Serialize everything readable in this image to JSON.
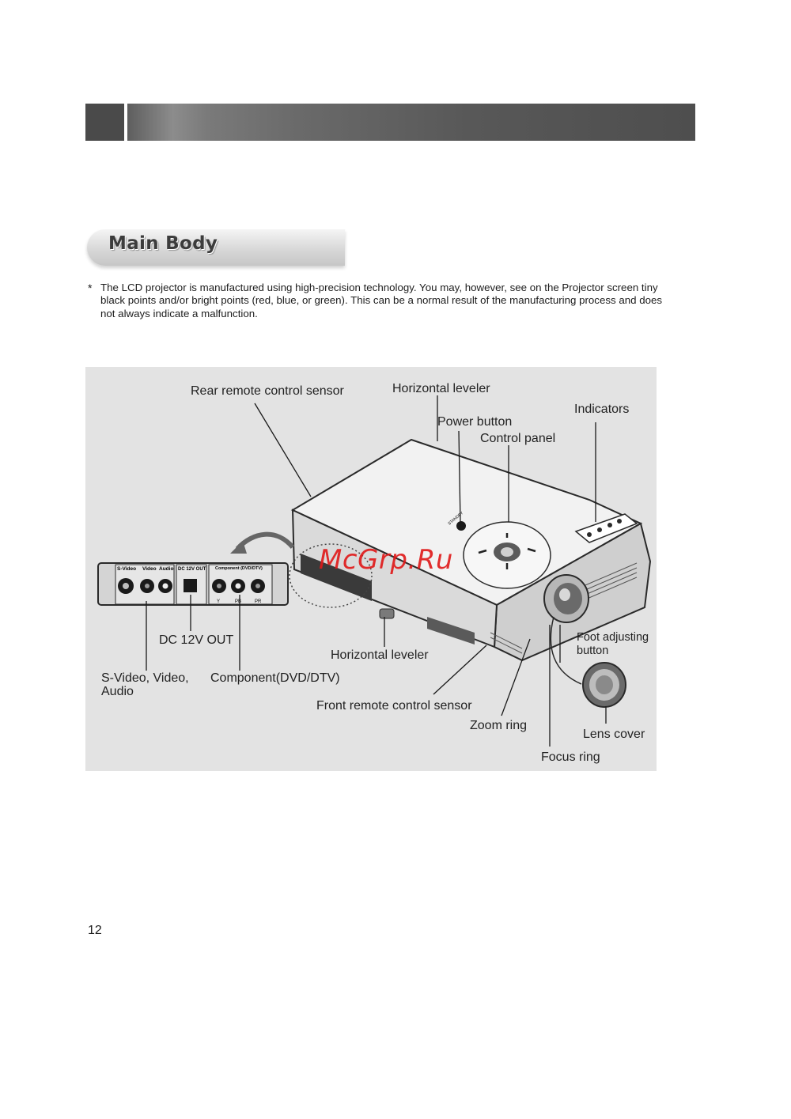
{
  "section": {
    "title": "Main Body"
  },
  "note": {
    "marker": "*",
    "text": "The LCD projector is manufactured using high-precision technology. You may, however, see on the Projector screen tiny black points and/or bright points (red, blue, or green). This can be a normal result of the manufacturing process and does not always indicate a malfunction."
  },
  "diagram": {
    "labels": {
      "rear_remote_sensor": "Rear remote control sensor",
      "horizontal_leveler_top": "Horizontal leveler",
      "power_button": "Power button",
      "control_panel": "Control panel",
      "indicators": "Indicators",
      "dc_out": "DC 12V OUT",
      "horizontal_leveler_bottom": "Horizontal leveler",
      "foot_adjusting_line1": "Foot adjusting",
      "foot_adjusting_line2": "button",
      "svideo_line1": "S-Video, Video,",
      "svideo_line2": "Audio",
      "component": "Component(DVD/DTV)",
      "front_remote_sensor": "Front remote control sensor",
      "zoom_ring": "Zoom ring",
      "lens_cover": "Lens cover",
      "focus_ring": "Focus ring"
    },
    "jack_panel": {
      "svideo": "S-Video",
      "video": "Video",
      "audio": "Audio",
      "dc": "DC 12V OUT",
      "component": "Component (DVD/DTV)",
      "y": "Y",
      "pb": "PB",
      "pr": "PR"
    },
    "panel_text": {
      "standby": "STANDBY"
    }
  },
  "watermark": "McGrp.Ru",
  "page_number": "12"
}
